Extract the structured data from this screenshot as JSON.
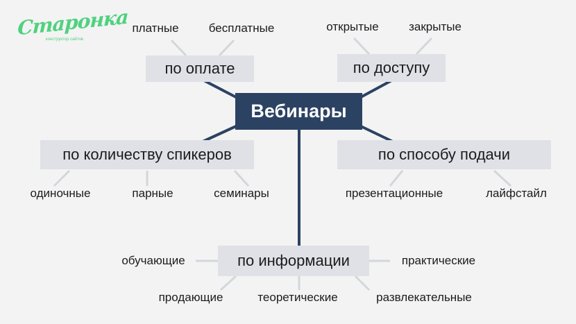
{
  "logo": {
    "name": "Старонка",
    "tagline": "конструктор сайтов"
  },
  "center": {
    "label": "Вебинары"
  },
  "categories": {
    "payment": {
      "label": "по оплате",
      "items": [
        "платные",
        "бесплатные"
      ]
    },
    "access": {
      "label": "по доступу",
      "items": [
        "открытые",
        "закрытые"
      ]
    },
    "speakers": {
      "label": "по количеству спикеров",
      "items": [
        "одиночные",
        "парные",
        "семинары"
      ]
    },
    "delivery": {
      "label": "по способу подачи",
      "items": [
        "презентационные",
        "лайфстайл"
      ]
    },
    "information": {
      "label": "по информации",
      "items": [
        "обучающие",
        "практические",
        "продающие",
        "теоретические",
        "развлекательные"
      ]
    }
  },
  "colors": {
    "center_bg": "#2c4263",
    "line": "#2c4263",
    "node_bg": "#dfe1e6",
    "connector": "#d3d6dc",
    "logo": "#4fd17f"
  }
}
